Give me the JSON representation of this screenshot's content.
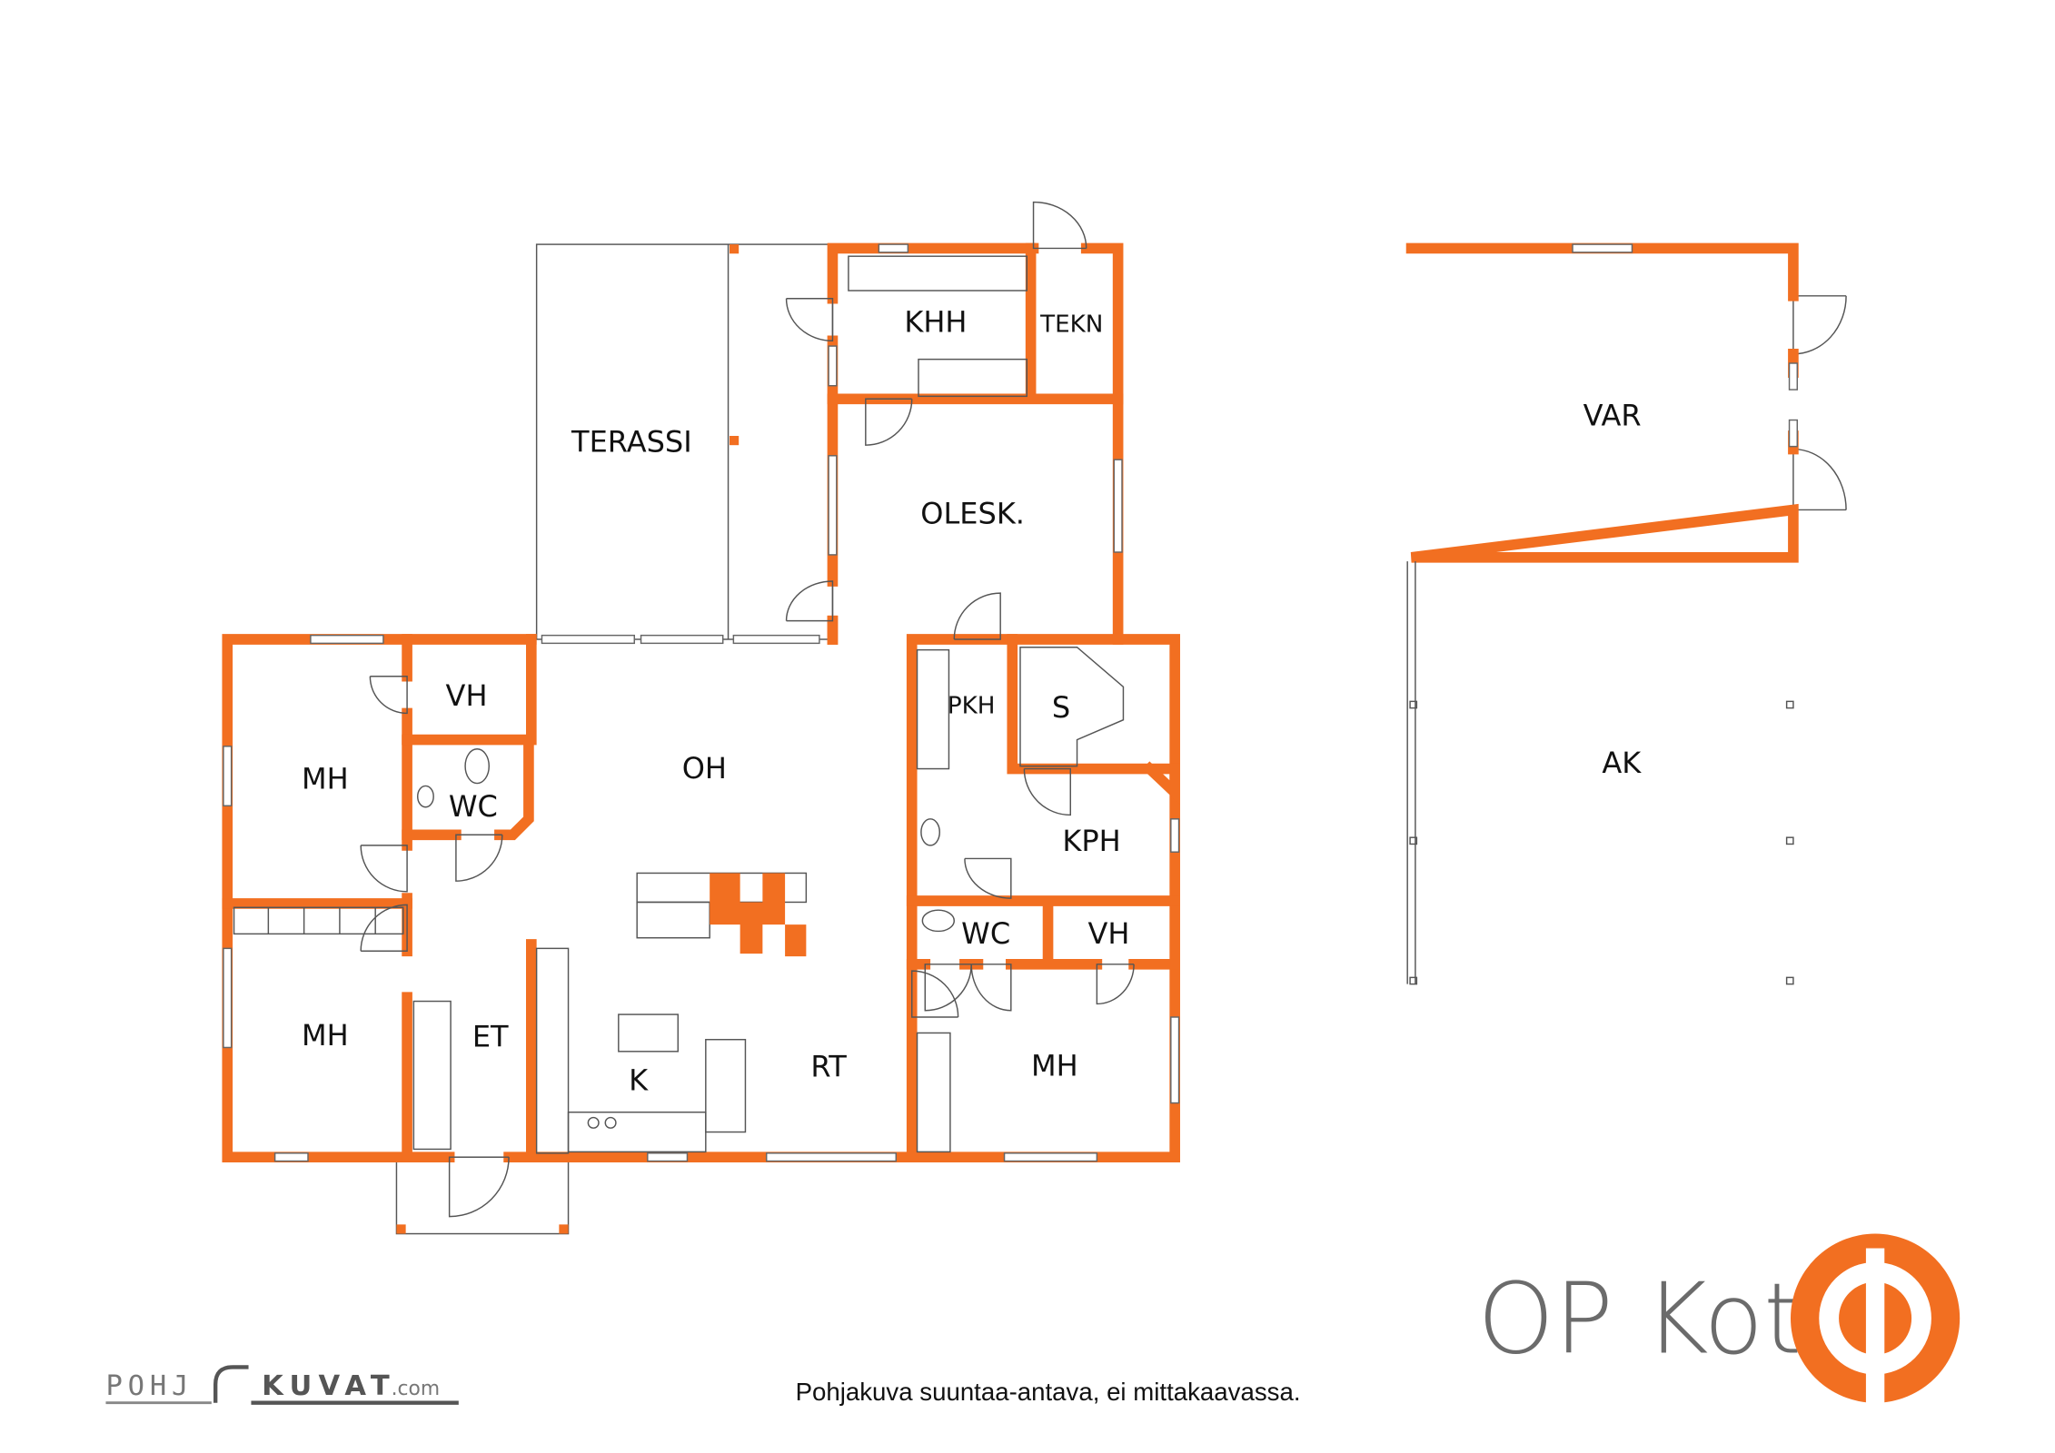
{
  "plan": {
    "rooms": {
      "terassi": "TERASSI",
      "khh": "KHH",
      "tekn": "TEKN",
      "olesk": "OLESK.",
      "vh1": "VH",
      "mh1": "MH",
      "wc1": "WC",
      "oh": "OH",
      "pkh": "PKH",
      "s": "S",
      "kph": "KPH",
      "wc2": "WC",
      "vh2": "VH",
      "mh2": "MH",
      "et": "ET",
      "k": "K",
      "rt": "RT",
      "mh3": "MH",
      "var": "VAR",
      "ak": "AK"
    },
    "wall_color": "#F26F21"
  },
  "footer": {
    "disclaimer": "Pohjakuva suuntaa-antava, ei mittakaavassa.",
    "brand_text": "OP Koti",
    "brand_color": "#F26F21",
    "maker_logo": {
      "part1": "POHJ",
      "part2": "KUVAT",
      "part3": ".com"
    }
  }
}
